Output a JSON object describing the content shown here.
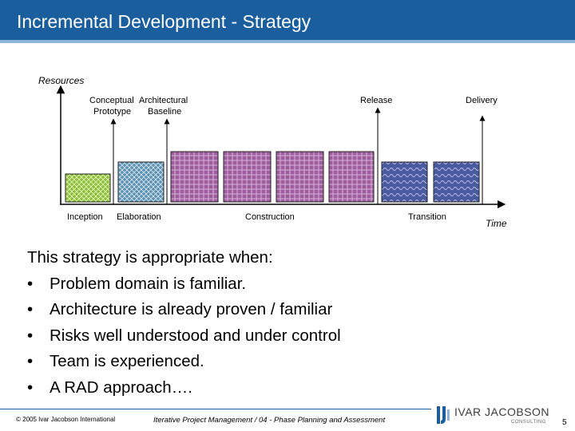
{
  "header": {
    "title": "Incremental Development - Strategy"
  },
  "diagram": {
    "y_axis_label": "Resources",
    "x_axis_label": "Time",
    "milestones": [
      {
        "label": "Conceptual Prototype",
        "line1": "Conceptual",
        "line2": "Prototype"
      },
      {
        "label": "Architectural Baseline",
        "line1": "Architectural",
        "line2": "Baseline"
      },
      {
        "label": "Release",
        "line1": "Release"
      },
      {
        "label": "Delivery",
        "line1": "Delivery"
      }
    ],
    "phases": [
      "Inception",
      "Elaboration",
      "Construction",
      "Transition"
    ],
    "iteration_colors": {
      "inception": "#8cbd3c",
      "elaboration": "#5a8fb0",
      "construction": "#9e5e9e",
      "transition": "#4a5aa0"
    }
  },
  "content": {
    "intro": "This strategy is appropriate when:",
    "bullet_glyph": "•",
    "bullets": [
      "Problem domain is familiar.",
      "Architecture is already proven / familiar",
      "Risks well understood and under control",
      "Team is experienced.",
      "A RAD approach…."
    ]
  },
  "footer": {
    "copyright": "© 2005 Ivar Jacobson International",
    "course": "Iterative Project Management / 04 - Phase Planning and Assessment",
    "logo_name": "IVAR JACOBSON",
    "logo_sub": "CONSULTING",
    "page_number": "5"
  }
}
